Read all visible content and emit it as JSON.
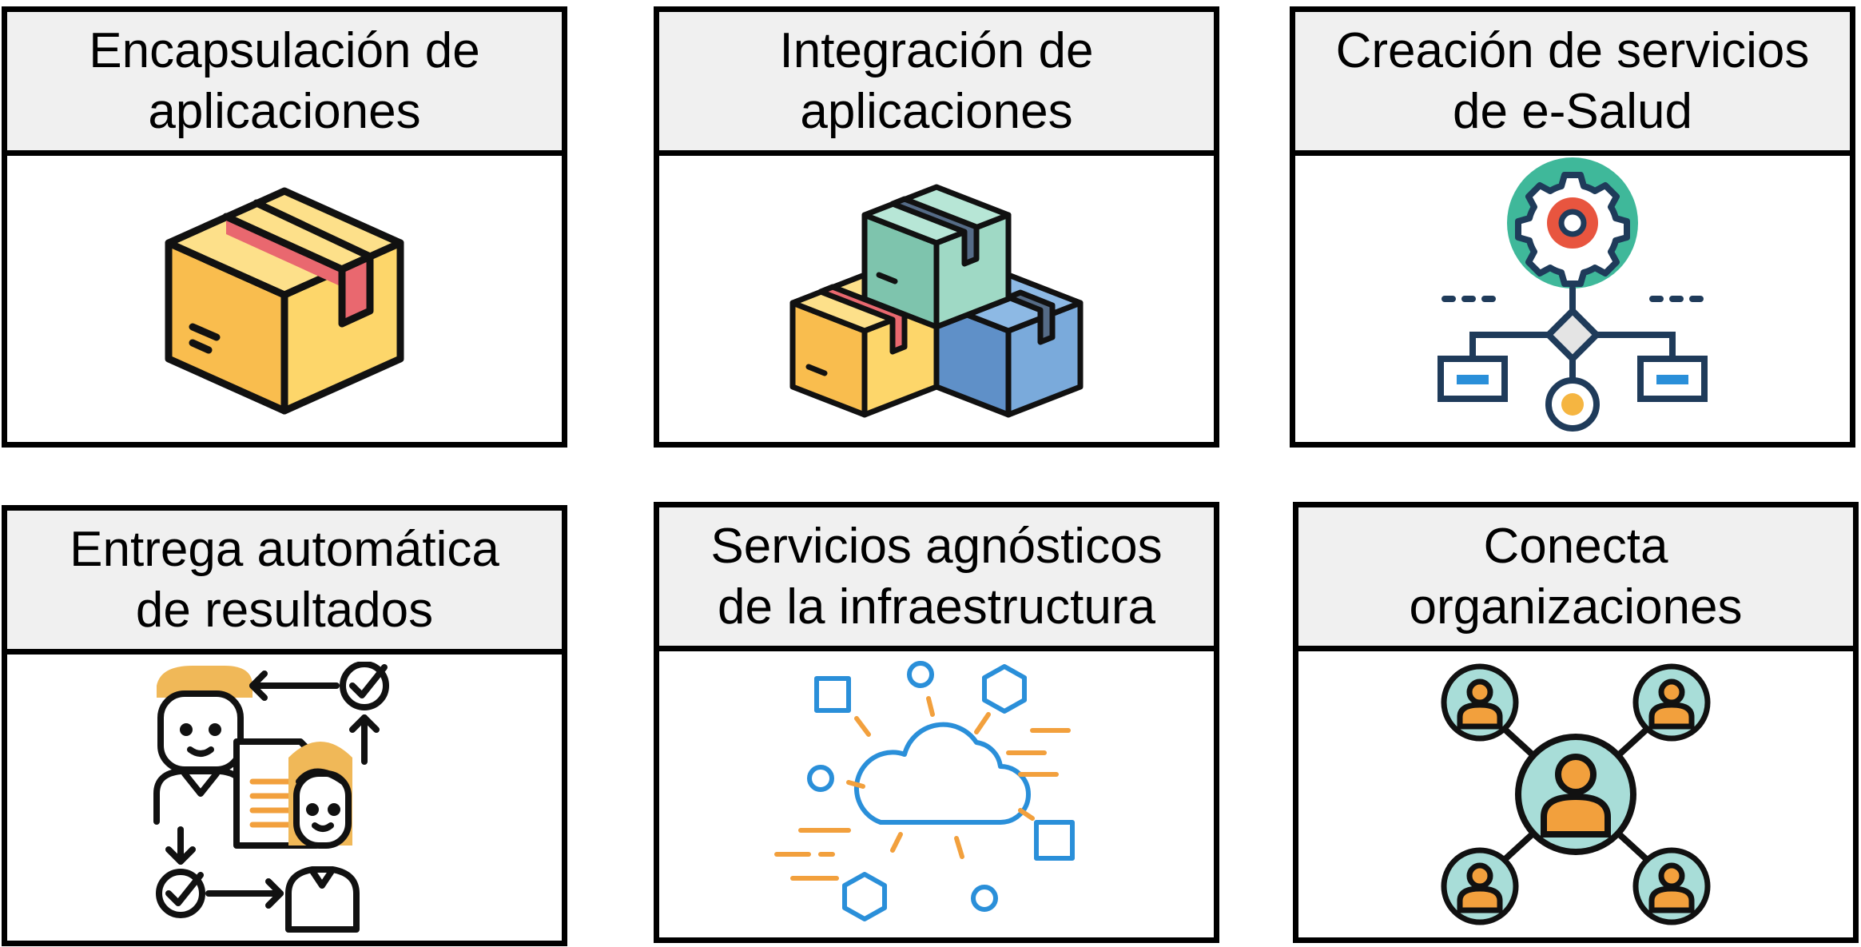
{
  "cards": [
    {
      "line1": "Encapsulación de",
      "line2": "aplicaciones",
      "icon": "cardboard-box-icon"
    },
    {
      "line1": "Integración de",
      "line2": "aplicaciones",
      "icon": "stacked-boxes-icon"
    },
    {
      "line1": "Creación de servicios",
      "line2": "de e-Salud",
      "icon": "gear-workflow-icon"
    },
    {
      "line1": "Entrega automática",
      "line2": "de resultados",
      "icon": "people-document-exchange-icon"
    },
    {
      "line1": "Servicios agnósticos",
      "line2": "de la infraestructura",
      "icon": "cloud-network-icon"
    },
    {
      "line1": "Conecta",
      "line2": "organizaciones",
      "icon": "connected-people-icon"
    }
  ],
  "colors": {
    "header_bg": "#f0f0f0",
    "box_yellow": "#fdd66a",
    "tape_red": "#e9686f",
    "teal": "#8fd1bc",
    "blue": "#6fa1d6",
    "gear_red": "#e8553f",
    "dark_navy": "#1f3b5a",
    "accent_blue": "#2a8fd9",
    "orange": "#f2a03d",
    "person_teal": "#a8ddd8"
  }
}
